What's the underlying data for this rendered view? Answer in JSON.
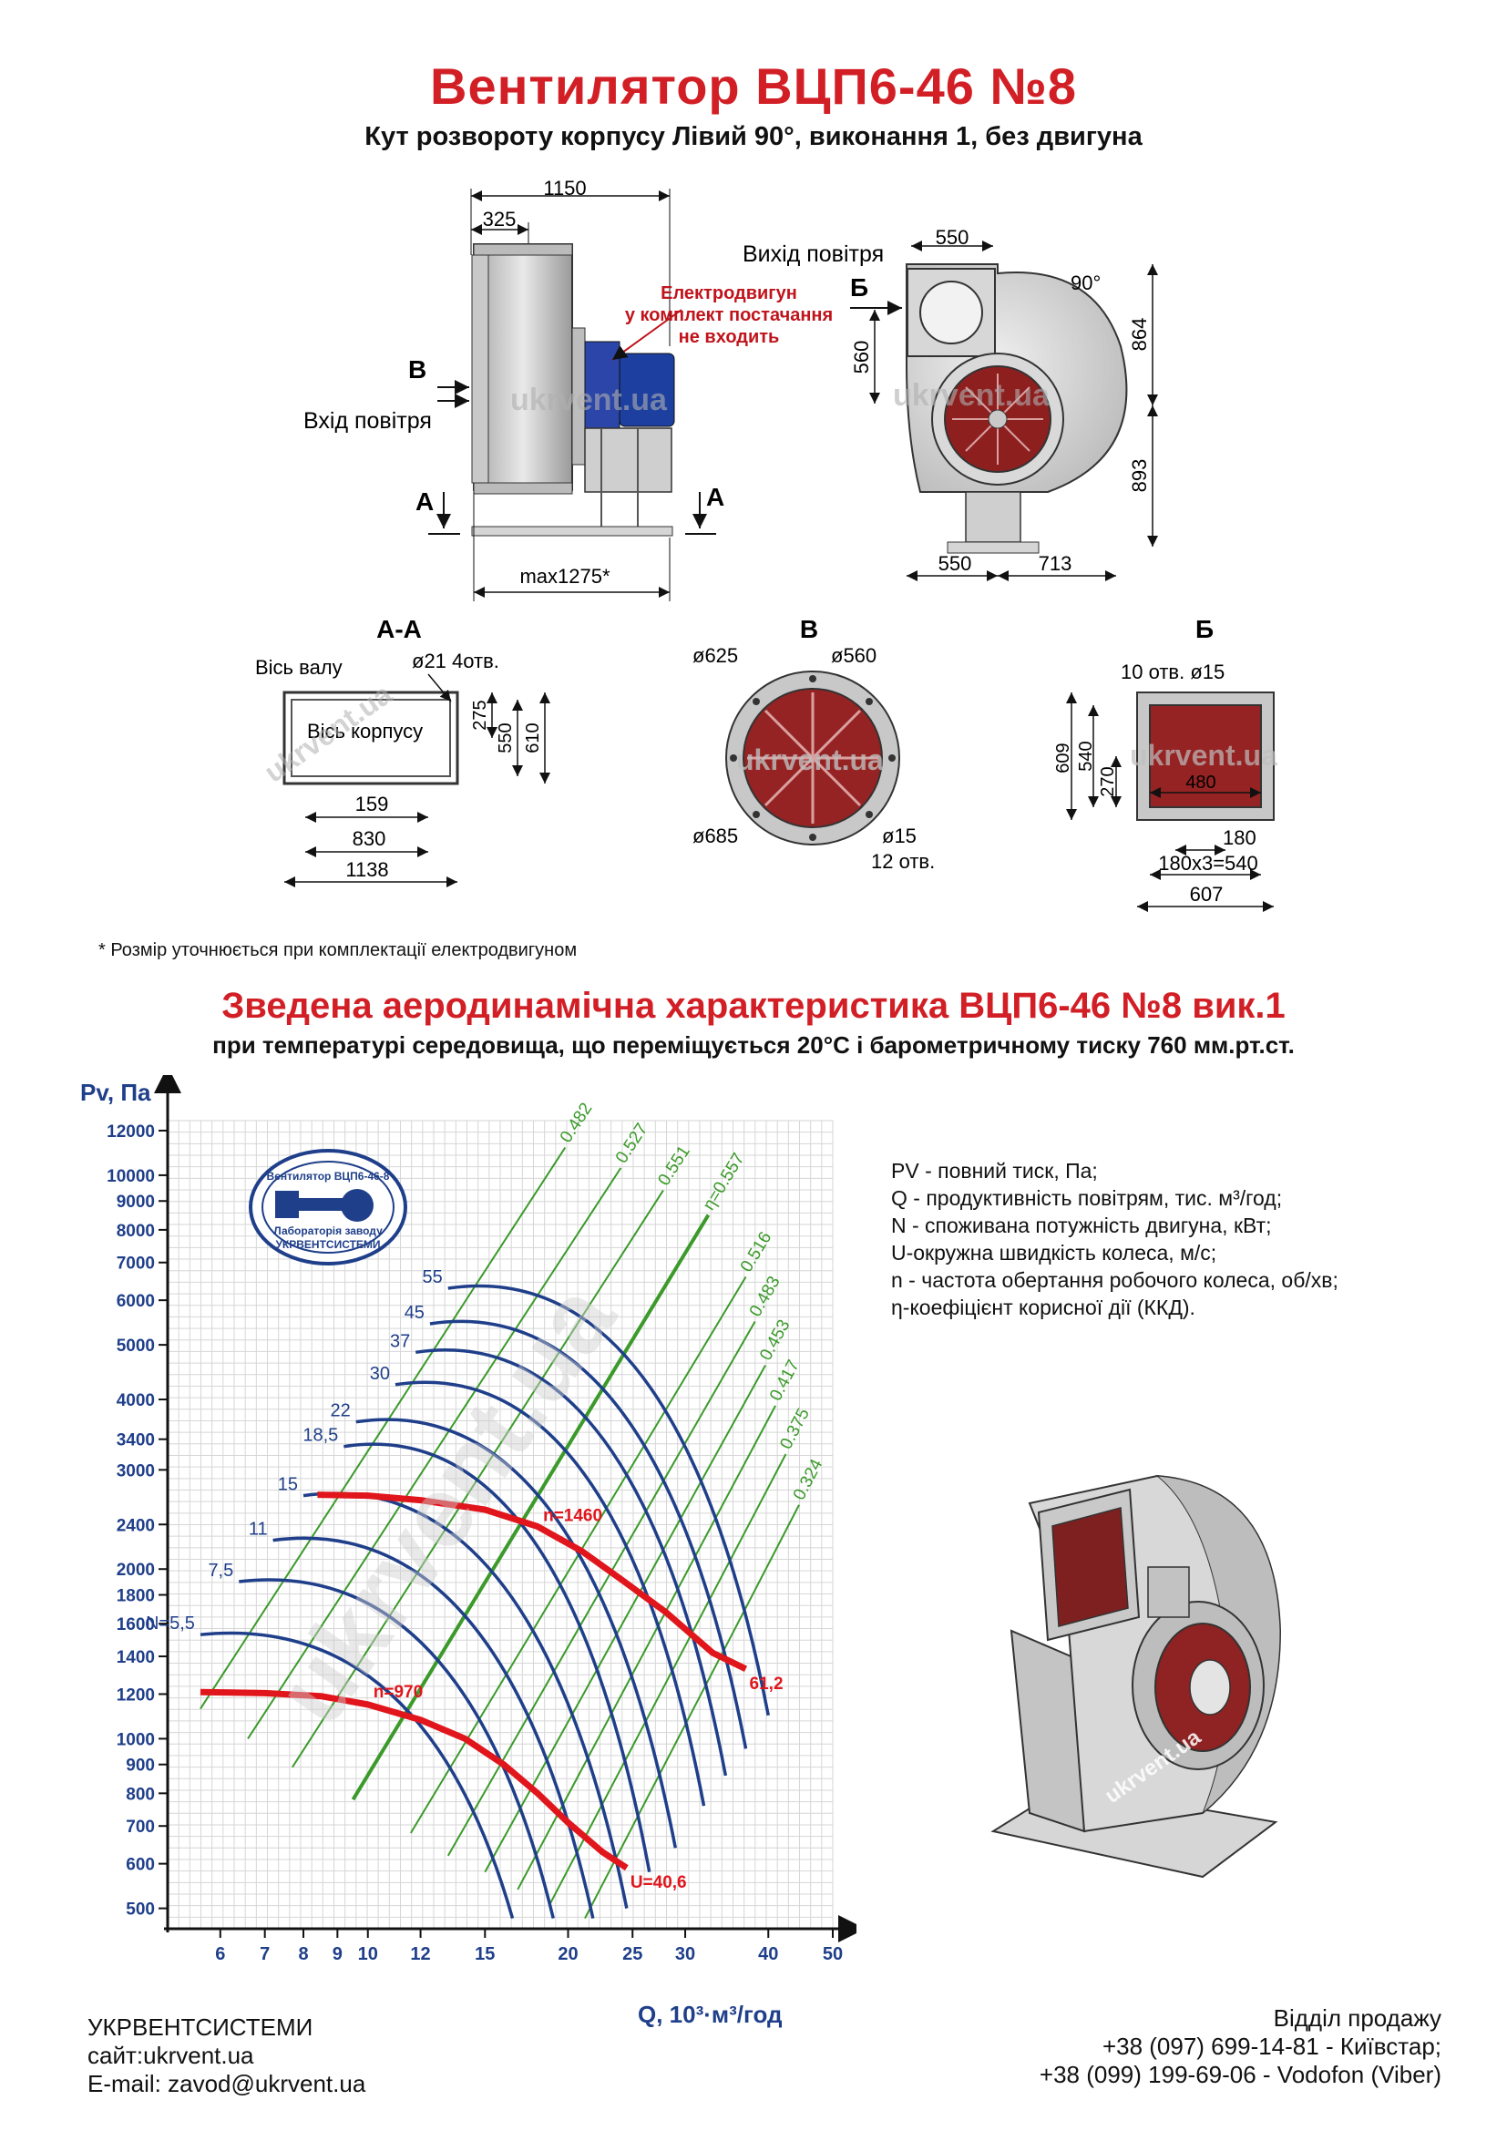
{
  "header": {
    "title": "Вентилятор  ВЦП6-46 №8",
    "subtitle": "Кут розвороту корпусу Лівий 90°, виконання 1, без двигуна"
  },
  "side_view": {
    "dims": [
      "1150",
      "325",
      "max1275*"
    ],
    "view_letter": "В",
    "section_letters": [
      "A",
      "A"
    ],
    "inlet_label": "Вхід повітря",
    "motor_note": [
      "Електродвигун",
      "у комплект постачання",
      "не входить"
    ],
    "watermark": "ukrvent.ua"
  },
  "front_view": {
    "outlet_label": "Вихід повітря",
    "view_letter": "Б",
    "dims": [
      "550",
      "90°",
      "560",
      "864",
      "893",
      "550",
      "713"
    ],
    "watermark": "ukrvent.ua"
  },
  "section_aa": {
    "title": "А-А",
    "labels": [
      "Вісь валу",
      "Вісь корпусу",
      "ø21 4отв."
    ],
    "dims": [
      "275",
      "550",
      "610",
      "159",
      "830",
      "1138"
    ],
    "watermark": "ukrvent.ua"
  },
  "section_v": {
    "title": "В",
    "dims": [
      "ø625",
      "ø560",
      "ø685",
      "ø15",
      "12 отв."
    ],
    "watermark": "ukrvent.ua"
  },
  "section_b": {
    "title": "Б",
    "dims": [
      "10 отв. ø15",
      "609",
      "540",
      "270",
      "480",
      "180",
      "180x3=540",
      "607"
    ],
    "watermark": "ukrvent.ua"
  },
  "footnote": "* Розмір уточнюється при комплектації електродвигуном",
  "section2": {
    "title": "Зведена аеродинамічна характеристика ВЦП6-46 №8 вик.1",
    "subtitle": "при температурі середовища, що переміщується 20°C і барометричному тиску 760 мм.рт.ст."
  },
  "legend": [
    "PV - повний тиск, Па;",
    "Q - продуктивність повітрям, тис. м³/год;",
    "N - споживана потужність двигуна, кВт;",
    "U-окружна швидкість колеса, м/с;",
    "n - частота обертання робочого колеса, об/хв;",
    "η-коефіцієнт корисної дії (ККД)."
  ],
  "stamp": {
    "top": "Вентилятор ВЦП6-46-8",
    "bottom1": "Лабораторія заводу",
    "bottom2": "УКРВЕНТСИСТЕМИ"
  },
  "chart_data": {
    "type": "line",
    "ylabel": "Pv, Па",
    "xlabel": "Q, 10³·м³/год",
    "xscale": "log",
    "yscale": "log",
    "xlim": [
      5,
      50
    ],
    "ylim": [
      460,
      12500
    ],
    "x_ticks": [
      6,
      7,
      8,
      9,
      10,
      12,
      15,
      20,
      25,
      30,
      40,
      50
    ],
    "y_ticks": [
      500,
      600,
      700,
      800,
      900,
      1000,
      1200,
      1400,
      1600,
      1800,
      2000,
      2400,
      3000,
      3400,
      4000,
      5000,
      6000,
      7000,
      8000,
      9000,
      10000,
      12000
    ],
    "power_curves": [
      {
        "label": "N=5,5",
        "start": [
          5.6,
          1530
        ],
        "end": [
          16.5,
          480
        ]
      },
      {
        "label": "7,5",
        "start": [
          6.4,
          1900
        ],
        "end": [
          19.0,
          480
        ]
      },
      {
        "label": "11",
        "start": [
          7.2,
          2250
        ],
        "end": [
          21.8,
          480
        ]
      },
      {
        "label": "15",
        "start": [
          8.0,
          2700
        ],
        "end": [
          24.5,
          500
        ]
      },
      {
        "label": "18,5",
        "start": [
          9.2,
          3300
        ],
        "end": [
          26.5,
          580
        ]
      },
      {
        "label": "22",
        "start": [
          9.6,
          3650
        ],
        "end": [
          29.0,
          640
        ]
      },
      {
        "label": "30",
        "start": [
          11.0,
          4250
        ],
        "end": [
          32.0,
          760
        ]
      },
      {
        "label": "37",
        "start": [
          11.8,
          4850
        ],
        "end": [
          34.5,
          860
        ]
      },
      {
        "label": "45",
        "start": [
          12.4,
          5450
        ],
        "end": [
          37.0,
          960
        ]
      },
      {
        "label": "55",
        "start": [
          13.2,
          6300
        ],
        "end": [
          40.0,
          1100
        ]
      }
    ],
    "efficiency_lines": [
      {
        "label": "0.482",
        "start": [
          5.6,
          1130
        ],
        "end": [
          19.8,
          11200
        ]
      },
      {
        "label": "0.527",
        "start": [
          6.6,
          1000
        ],
        "end": [
          24.0,
          10300
        ]
      },
      {
        "label": "0.551",
        "start": [
          7.7,
          890
        ],
        "end": [
          27.8,
          9400
        ]
      },
      {
        "label": "η=0.557",
        "start": [
          9.5,
          780
        ],
        "end": [
          32.5,
          8500
        ]
      },
      {
        "label": "0.516",
        "start": [
          11.6,
          680
        ],
        "end": [
          37.0,
          6600
        ]
      },
      {
        "label": "0.483",
        "start": [
          13.2,
          620
        ],
        "end": [
          38.2,
          5500
        ]
      },
      {
        "label": "0.453",
        "start": [
          15.0,
          580
        ],
        "end": [
          39.6,
          4600
        ]
      },
      {
        "label": "0.417",
        "start": [
          16.8,
          540
        ],
        "end": [
          41.0,
          3900
        ]
      },
      {
        "label": "0.375",
        "start": [
          18.8,
          510
        ],
        "end": [
          42.5,
          3200
        ]
      },
      {
        "label": "0.324",
        "start": [
          21.2,
          480
        ],
        "end": [
          44.5,
          2600
        ]
      }
    ],
    "speed_curves": [
      {
        "label": "n=1460",
        "end_label": "61,2",
        "points": [
          [
            8.4,
            2710
          ],
          [
            10,
            2700
          ],
          [
            12,
            2650
          ],
          [
            15,
            2550
          ],
          [
            18,
            2380
          ],
          [
            21,
            2150
          ],
          [
            24,
            1920
          ],
          [
            28,
            1680
          ],
          [
            33,
            1420
          ],
          [
            37,
            1330
          ]
        ]
      },
      {
        "label": "n=970",
        "end_label": "U=40,6",
        "points": [
          [
            5.6,
            1210
          ],
          [
            7,
            1205
          ],
          [
            8.5,
            1190
          ],
          [
            10,
            1150
          ],
          [
            12,
            1080
          ],
          [
            14,
            1000
          ],
          [
            16,
            900
          ],
          [
            18,
            800
          ],
          [
            20,
            710
          ],
          [
            22.5,
            630
          ],
          [
            24.5,
            590
          ]
        ]
      }
    ]
  },
  "footer": {
    "company": "УКРВЕНТСИСТЕМИ",
    "site": "сайт:ukrvent.ua",
    "email": "E-mail: zavod@ukrvent.ua",
    "sales_title": "Відділ продажу",
    "phone1": "+38 (097) 699-14-81 - Київстар;",
    "phone2": "+38 (099) 199-69-06 - Vodofon (Viber)"
  },
  "colors": {
    "title_red": "#d21f26",
    "power_blue": "#1f3f8a",
    "efficiency_green": "#3b9a2a",
    "speed_red": "#e0161c",
    "metal": "#c8c8c8",
    "inner_red": "#9c2a2a",
    "motor_blue": "#1c3fa0"
  }
}
